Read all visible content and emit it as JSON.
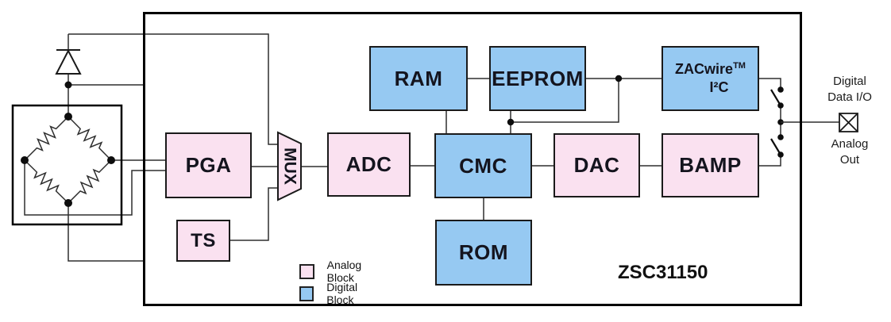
{
  "chip": {
    "name": "ZSC31150"
  },
  "colors": {
    "analog_block": "#fae1f0",
    "digital_block": "#96c9f2",
    "wire": "#2e2e2e",
    "block_border": "#1a1a1a"
  },
  "blocks": {
    "pga": {
      "label": "PGA",
      "type": "analog"
    },
    "ts": {
      "label": "TS",
      "type": "analog"
    },
    "mux": {
      "label": "MUX",
      "type": "analog"
    },
    "adc": {
      "label": "ADC",
      "type": "analog"
    },
    "cmc": {
      "label": "CMC",
      "type": "digital"
    },
    "ram": {
      "label": "RAM",
      "type": "digital"
    },
    "eeprom": {
      "label": "EEPROM",
      "type": "digital"
    },
    "zacwire": {
      "label": "ZACwire",
      "trademark": "TM",
      "line2": "I²C",
      "type": "digital"
    },
    "dac": {
      "label": "DAC",
      "type": "analog"
    },
    "bamp": {
      "label": "BAMP",
      "type": "analog"
    },
    "rom": {
      "label": "ROM",
      "type": "digital"
    }
  },
  "legend": {
    "analog_label": "Analog Block",
    "digital_label": "Digital Block"
  },
  "outputs": {
    "digital_line1": "Digital",
    "digital_line2": "Data I/O",
    "analog_line1": "Analog",
    "analog_line2": "Out"
  }
}
